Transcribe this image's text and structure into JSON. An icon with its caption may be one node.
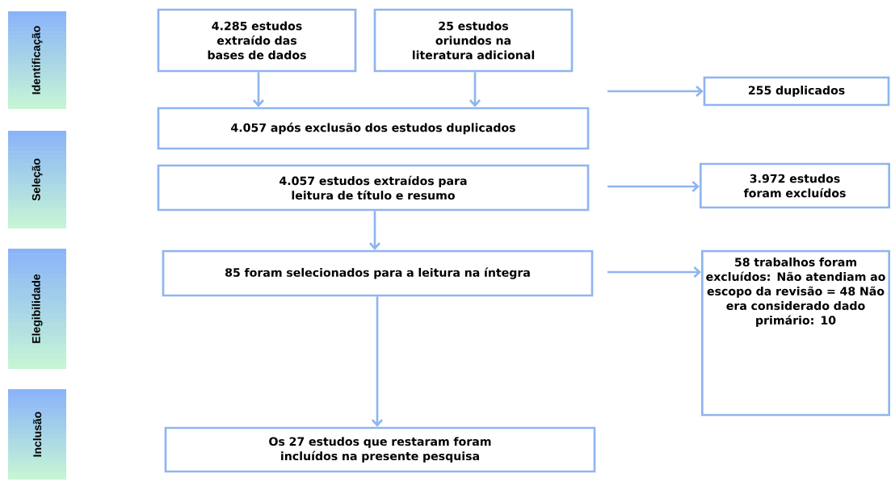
{
  "diagram": {
    "nodes": [
      {
        "text": [
          "Identificação"
        ]
      },
      {
        "text": [
          "Seleção"
        ]
      },
      {
        "text": [
          "Elegibilidade"
        ]
      },
      {
        "text": [
          "Inclusão"
        ]
      },
      {
        "text": [
          "4.285 estudos extraído das bases de dados"
        ]
      },
      {
        "text": [
          "25 estudos oriundos na literatura adicional"
        ]
      },
      {
        "text": [
          "255 duplicados"
        ]
      },
      {
        "text": [
          "4.057 após exclusão dos estudos duplicados"
        ]
      },
      {
        "text": [
          "4.057 estudos extraídos para leitura de título e resumo"
        ]
      },
      {
        "text": [
          "3.972 estudos foram excluídos"
        ]
      },
      {
        "text": [
          "85 foram selecionados para a leitura na íntegra"
        ]
      },
      {
        "text": [
          "58 trabalhos foram excluídos: Não atendiam ao escopo da revisão = 48 Não era considerado dado primário: 10"
        ]
      },
      {
        "text": [
          "Os 27 estudos que restaram foram incluídos na presente pesquisa"
        ]
      }
    ],
    "edges": [
      {
        "from": 4,
        "to": 7,
        "arrow": "to"
      },
      {
        "from": 5,
        "to": 7,
        "arrow": "to"
      },
      {
        "from": null,
        "to": 6,
        "arrow": "to"
      },
      {
        "from": 8,
        "to": 10,
        "arrow": "to"
      },
      {
        "from": null,
        "to": 9,
        "arrow": "to"
      },
      {
        "from": 10,
        "to": 12,
        "arrow": "to"
      },
      {
        "from": null,
        "to": 11,
        "arrow": "to"
      }
    ]
  }
}
